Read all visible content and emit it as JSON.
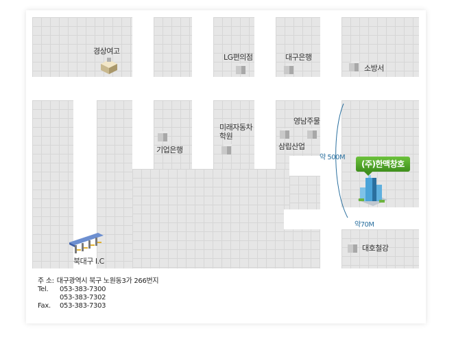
{
  "map": {
    "places": {
      "school": "경상여고",
      "lg": "LG편의점",
      "daegu_bank": "대구은행",
      "fire": "소방서",
      "ibk": "기업은행",
      "driving_school": "미래자동차\n학원",
      "yeongnam": "영남주물",
      "samrip": "삼립산업",
      "ic": "북대구 I.C",
      "daeho": "대호철강"
    },
    "company": "(주)한맥창호",
    "distance_500": "약 500M",
    "distance_70": "약70M"
  },
  "info": {
    "address_label": "주 소:",
    "address": "대구광역시 북구 노원동3가 266번지",
    "tel_label": "Tel.",
    "tel_1": "053-383-7300",
    "tel_2": "053-383-7302",
    "fax_label": "Fax.",
    "fax": "053-383-7303"
  },
  "colors": {
    "badge": "#4fa62a",
    "distance_line": "#2a6f9e",
    "block": "#e6e6e6"
  },
  "icons": [
    "building-icon",
    "school-building-icon",
    "ic-gate-icon",
    "company-tower-icon"
  ]
}
